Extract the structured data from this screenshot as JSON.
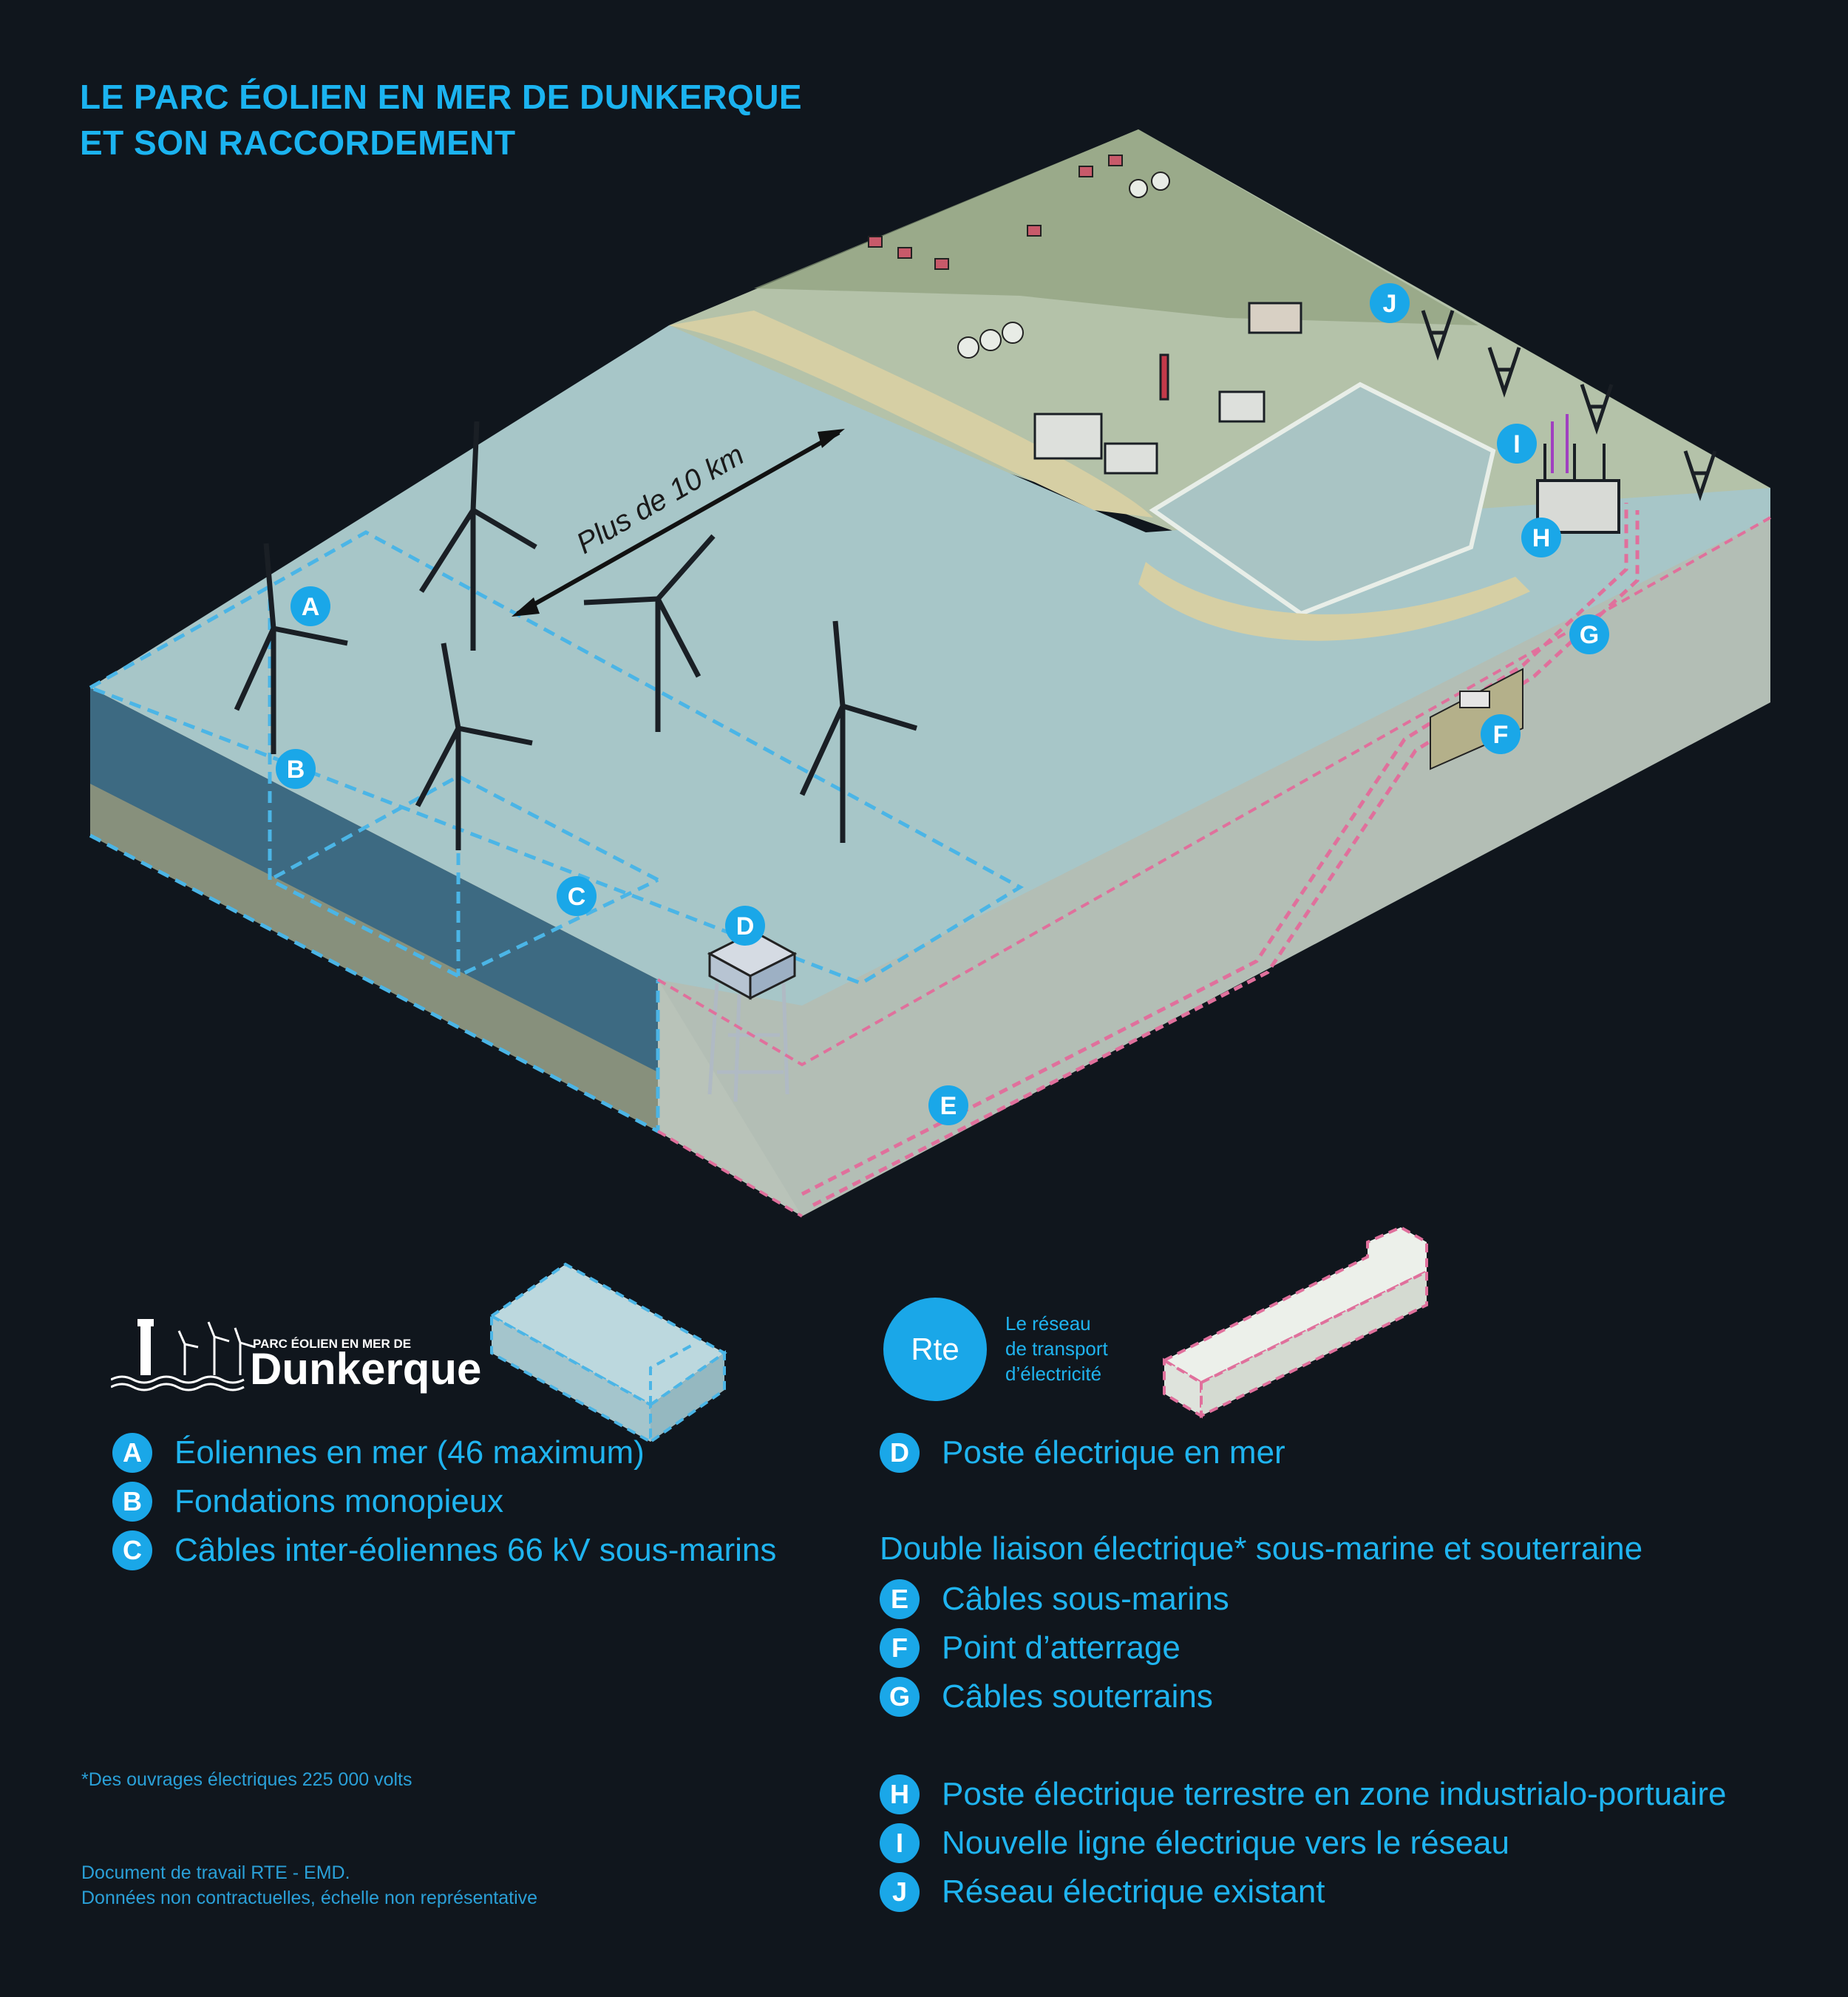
{
  "title": {
    "line1": "LE PARC ÉOLIEN EN MER DE DUNKERQUE",
    "line2": "ET SON RACCORDEMENT"
  },
  "diagram": {
    "distance_label": "Plus de 10 km",
    "markers": [
      "A",
      "B",
      "C",
      "D",
      "E",
      "F",
      "G",
      "H",
      "I",
      "J"
    ]
  },
  "logos": {
    "dunkerque_small": "PARC ÉOLIEN EN MER DE",
    "dunkerque_big": "Dunkerque",
    "rte_mark": "Rte",
    "rte_line1": "Le réseau",
    "rte_line2": "de transport",
    "rte_line3": "d’électricité"
  },
  "legend_left": [
    {
      "letter": "A",
      "text": "Éoliennes en mer (46 maximum)"
    },
    {
      "letter": "B",
      "text": "Fondations monopieux"
    },
    {
      "letter": "C",
      "text": "Câbles inter-éoliennes 66 kV sous-marins"
    }
  ],
  "legend_right": {
    "d": {
      "letter": "D",
      "text": "Poste électrique en mer"
    },
    "group_heading": "Double liaison électrique* sous-marine et souterraine",
    "group": [
      {
        "letter": "E",
        "text": "Câbles sous-marins"
      },
      {
        "letter": "F",
        "text": "Point d’atterrage"
      },
      {
        "letter": "G",
        "text": "Câbles souterrains"
      }
    ],
    "network": [
      {
        "letter": "H",
        "text": "Poste électrique terrestre en zone industrialo-portuaire"
      },
      {
        "letter": "I",
        "text": "Nouvelle ligne électrique vers le réseau"
      },
      {
        "letter": "J",
        "text": "Réseau électrique existant"
      }
    ]
  },
  "notes": {
    "footnote": "*Des ouvrages électriques 225 000 volts",
    "doc_line1": "Document de travail RTE - EMD.",
    "doc_line2": "Données non contractuelles, échelle non représentative"
  },
  "colors": {
    "background": "#10161d",
    "accent": "#1bb3f0",
    "badge": "#1aa7e8",
    "pink_cable": "#e0709c",
    "sea": "#9fc3c8",
    "land": "#b8c4a9"
  }
}
